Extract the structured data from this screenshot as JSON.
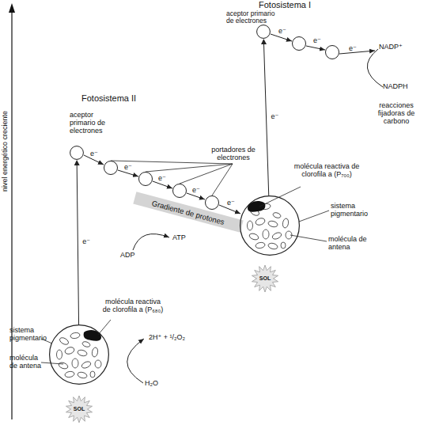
{
  "diagram": {
    "nodes": [
      {
        "text": [
          "aceptor primario de electrones"
        ]
      },
      {
        "text": [
          "aceptor primario de electrones"
        ]
      },
      {
        "text": [
          "Gradiente de protones"
        ]
      },
      {
        "text": [
          "molécula reactiva de clorofila a (P₇₀₀)",
          "sistema pigmentario",
          "molécula de antena"
        ]
      },
      {
        "text": [
          "SOL"
        ]
      },
      {
        "text": [
          "molécula reactiva de clorofila a (P₆₈₀)",
          "sistema pigmentario",
          "molécula de antena"
        ]
      },
      {
        "text": [
          "SOL"
        ]
      }
    ],
    "edges": [
      {
        "from": 5,
        "to": 1,
        "arrow": "to",
        "label": "e⁻"
      },
      {
        "from": 3,
        "to": 0,
        "arrow": "to",
        "label": "e⁻"
      }
    ],
    "labels": [
      "Fotosistema I",
      "e⁻",
      "e⁻",
      "e⁻",
      "NADP⁺",
      "NADPH",
      "reacciones fijadoras de carbono",
      "nivel energético creciente",
      "Fotosistema II",
      "portadores de electrones",
      "e⁻",
      "e⁻",
      "e⁻",
      "e⁻",
      "e⁻",
      "ADP",
      "ATP",
      "2H⁺ + ¹/₂O₂",
      "H₂O"
    ]
  }
}
